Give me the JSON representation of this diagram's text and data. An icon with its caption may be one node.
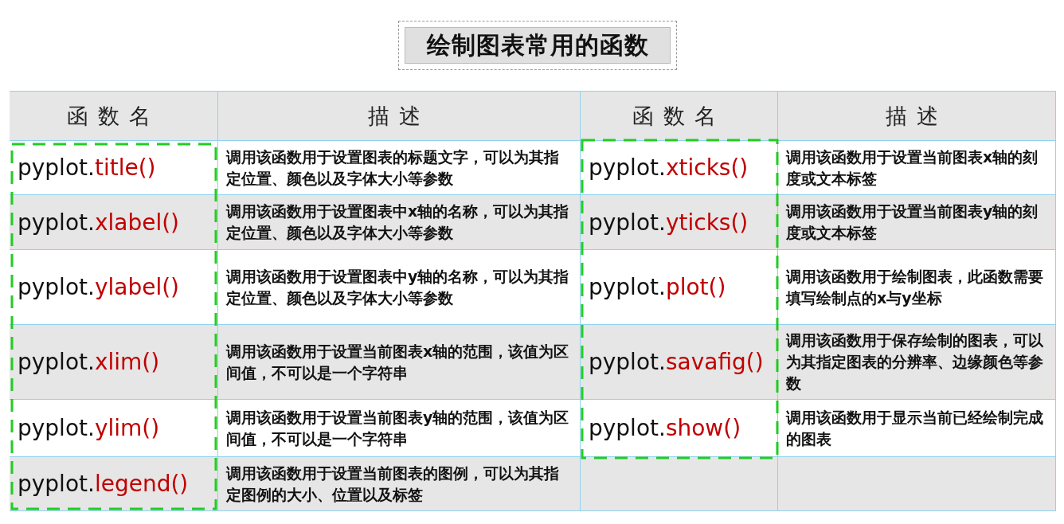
{
  "diagram": {
    "title": "绘制图表常用的函数",
    "labels": [
      "函数名",
      "描述",
      "函数名",
      "描述",
      "pyplot.title()",
      "调用该函数用于设置图表的标题文字，可以为其指定位置、颜色以及字体大小等参数",
      "pyplot.xticks()",
      "调用该函数用于设置当前图表x轴的刻度或文本标签",
      "pyplot.xlabel()",
      "调用该函数用于设置图表中x轴的名称，可以为其指定位置、颜色以及字体大小等参数",
      "pyplot.yticks()",
      "调用该函数用于设置当前图表y轴的刻度或文本标签",
      "pyplot.ylabel()",
      "调用该函数用于设置图表中y轴的名称，可以为其指定位置、颜色以及字体大小等参数",
      "pyplot.plot()",
      "调用该函数用于绘制图表，此函数需要填写绘制点的x与y坐标",
      "pyplot.xlim()",
      "调用该函数用于设置当前图表x轴的范围，该值为区间值，不可以是一个字符串",
      "pyplot.savafig()",
      "调用该函数用于保存绘制的图表，可以为其指定图表的分辨率、边缘颜色等参数",
      "pyplot.ylim()",
      "调用该函数用于设置当前图表y轴的范围，该值为区间值，不可以是一个字符串",
      "pyplot.show()",
      "调用该函数用于显示当前已经绘制完成的图表",
      "pyplot.legend()",
      "调用该函数用于设置当前图表的图例，可以为其指定图例的大小、位置以及标签"
    ]
  }
}
